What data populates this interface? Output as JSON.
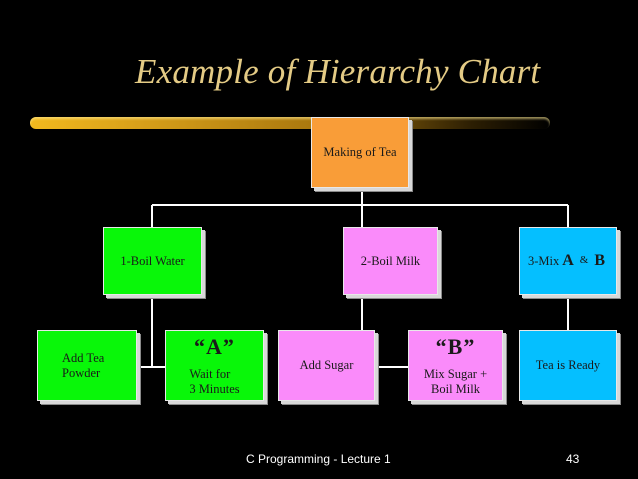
{
  "slide": {
    "title": "Example of Hierarchy Chart",
    "footer": "C Programming - Lecture 1",
    "page_number": "43"
  },
  "colors": {
    "title": "#e4cb85",
    "root": "#f99d38",
    "level1": "#09f709",
    "level2": "#fa8bfa",
    "level3": "#05bfff"
  },
  "diagram": {
    "root": "Making of Tea",
    "boil_water": {
      "label": "1-Boil Water",
      "add_tea": "Add Tea\nPowder",
      "step_a": {
        "big": "“A”",
        "text": "Wait for\n3 Minutes"
      }
    },
    "boil_milk": {
      "label": "2-Boil Milk",
      "add_sugar": "Add Sugar",
      "step_b": {
        "big": "“B”",
        "text": "Mix Sugar +\nBoil Milk"
      }
    },
    "mix": {
      "prefix": "3-Mix",
      "a": "A",
      "amp": "&",
      "b": "B",
      "ready": "Tea is Ready"
    }
  }
}
